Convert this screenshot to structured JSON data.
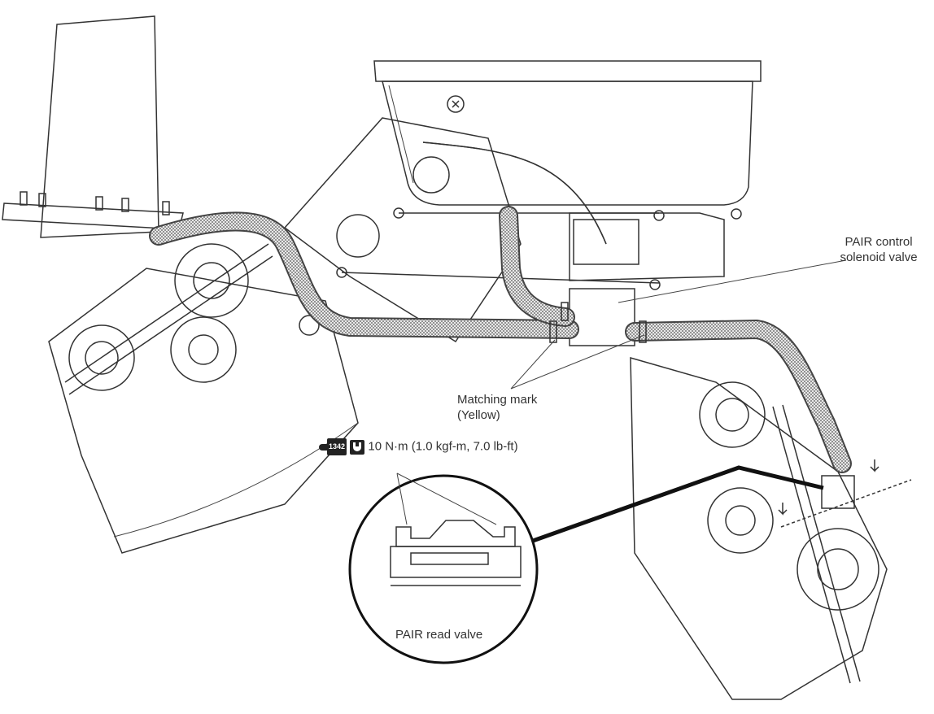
{
  "labels": {
    "solenoid_valve": [
      "PAIR control",
      "solenoid valve"
    ],
    "matching_mark": [
      "Matching mark",
      "(Yellow)"
    ],
    "torque": {
      "locking_agent_code": "1342",
      "value": "10 N·m (1.0 kgf-m, 7.0 lb-ft)"
    },
    "detail_caption": "PAIR read valve"
  },
  "icons": [
    "locking-agent-icon",
    "torque-wrench-icon"
  ]
}
